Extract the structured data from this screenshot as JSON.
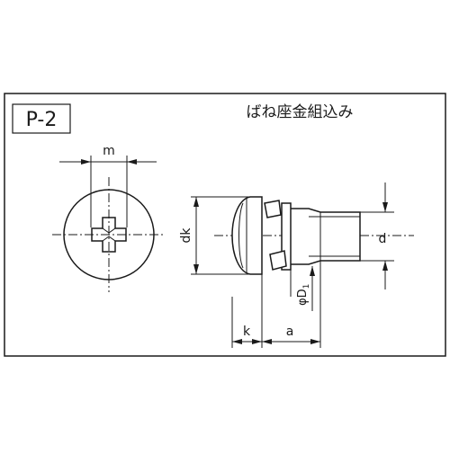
{
  "drawing": {
    "code": "P-2",
    "title": "ばね座金組込み",
    "labels": {
      "m": "m",
      "dk": "dk",
      "d": "d",
      "phi_d1_main": "φD",
      "phi_d1_sub": "1",
      "k": "k",
      "a": "a"
    }
  }
}
